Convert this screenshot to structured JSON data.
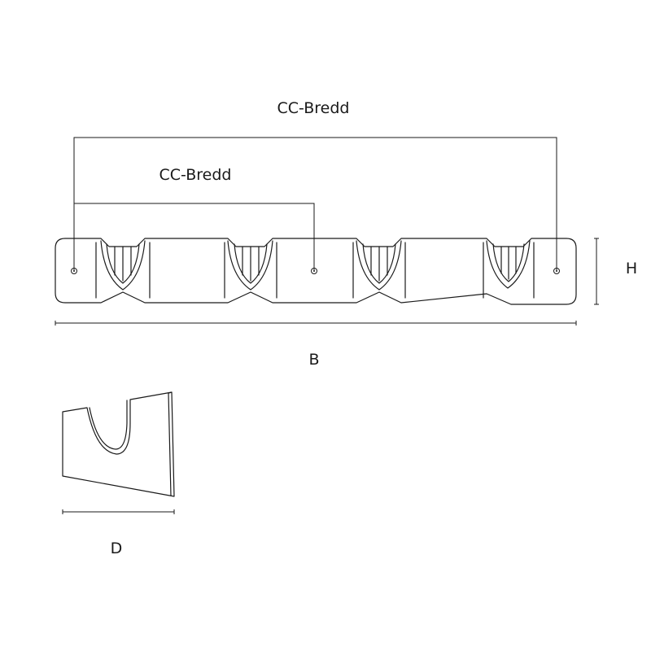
{
  "labels": {
    "cc_outer": "CC-Bredd",
    "cc_inner": "CC-Bredd",
    "width": "B",
    "height": "H",
    "depth": "D"
  },
  "colors": {
    "stroke": "#1a1a1a",
    "background": "#ffffff"
  }
}
